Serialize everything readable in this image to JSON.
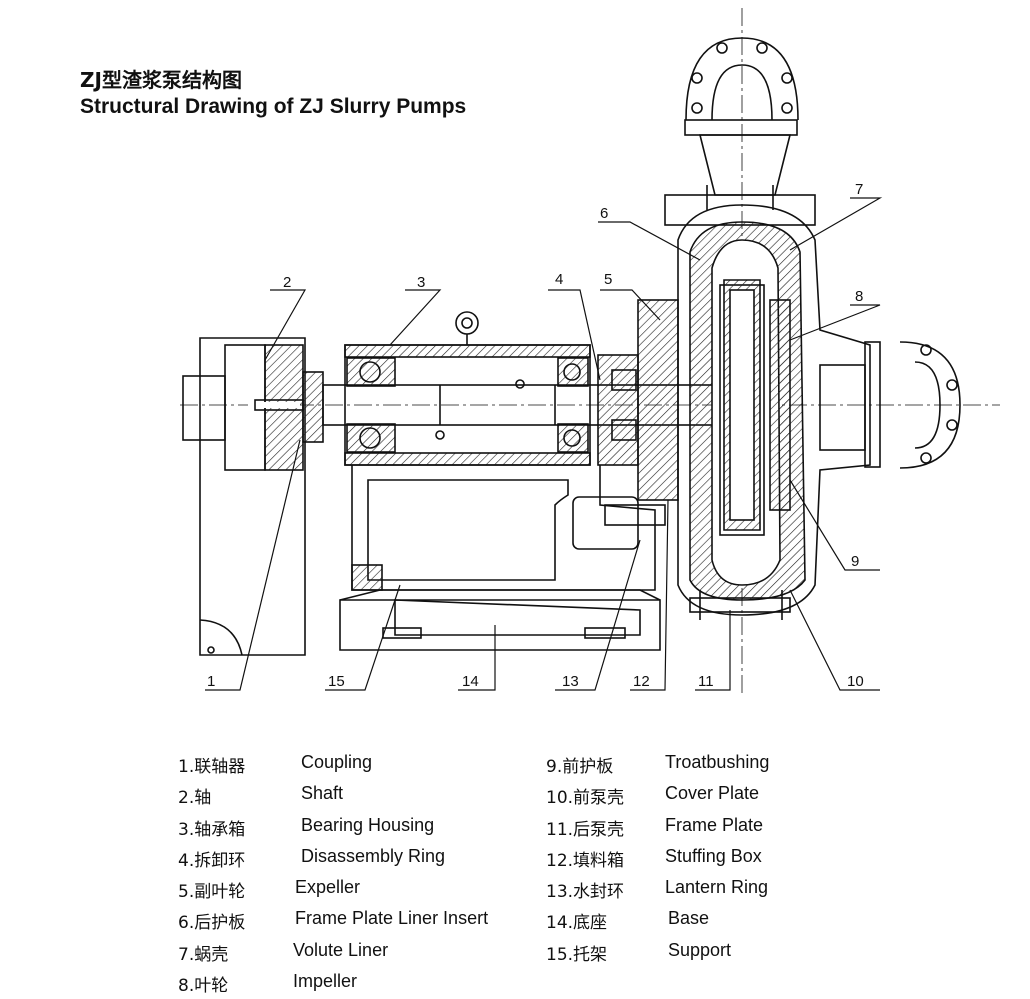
{
  "title": {
    "cn": "ZJ型渣浆泵结构图",
    "en": "Structural Drawing of ZJ Slurry Pumps"
  },
  "callouts": [
    "1",
    "2",
    "3",
    "4",
    "5",
    "6",
    "7",
    "8",
    "9",
    "10",
    "11",
    "12",
    "13",
    "14",
    "15"
  ],
  "legend": [
    {
      "num": "1.联轴器",
      "en": "Coupling"
    },
    {
      "num": "2.轴",
      "en": "Shaft"
    },
    {
      "num": "3.轴承箱",
      "en": "Bearing Housing"
    },
    {
      "num": "4.拆卸环",
      "en": "Disassembly Ring"
    },
    {
      "num": "5.副叶轮",
      "en": "Expeller"
    },
    {
      "num": "6.后护板",
      "en": "Frame Plate Liner Insert"
    },
    {
      "num": "7.蜗壳",
      "en": "Volute Liner"
    },
    {
      "num": "8.叶轮",
      "en": "Impeller"
    },
    {
      "num": "9.前护板",
      "en": "Troatbushing"
    },
    {
      "num": "10.前泵壳",
      "en": "Cover Plate"
    },
    {
      "num": "11.后泵壳",
      "en": "Frame Plate"
    },
    {
      "num": "12.填料箱",
      "en": "Stuffing Box"
    },
    {
      "num": "13.水封环",
      "en": "Lantern Ring"
    },
    {
      "num": "14.底座",
      "en": "Base"
    },
    {
      "num": "15.托架",
      "en": "Support"
    }
  ]
}
